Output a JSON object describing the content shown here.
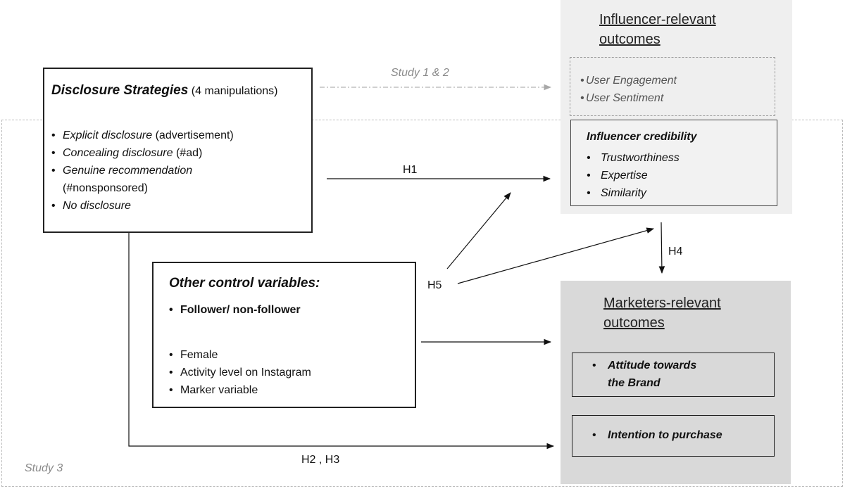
{
  "influencer_panel": {
    "title_line1": "Influencer-relevant",
    "title_line2": "outcomes",
    "engagement_items": [
      "User Engagement",
      "User Sentiment"
    ],
    "credibility_title": "Influencer credibility",
    "credibility_items": [
      "Trustworthiness",
      "Expertise",
      "Similarity"
    ]
  },
  "marketers_panel": {
    "title_line1": "Marketers-relevant",
    "title_line2": "outcomes",
    "attitude_line1": "Attitude towards",
    "attitude_line2": "the Brand",
    "intention": "Intention to purchase"
  },
  "disclosure": {
    "title": "Disclosure Strategies",
    "subtitle": "(4  manipulations)",
    "items": [
      {
        "main": "Explicit disclosure",
        "note": " (advertisement)"
      },
      {
        "main": "Concealing disclosure",
        "note": " (#ad)"
      },
      {
        "main": "Genuine recommendation",
        "note": ""
      },
      {
        "main": "No disclosure",
        "note": ""
      }
    ],
    "genuine_note": "(#nonsponsored)"
  },
  "controls": {
    "title": "Other control variables:",
    "primary_item": "Follower/ non-follower",
    "items": [
      "Female",
      "Activity level on Instagram",
      "Marker variable"
    ]
  },
  "labels": {
    "study12": "Study 1 & 2",
    "study3": "Study 3",
    "h1": "H1",
    "h23": "H2 , H3",
    "h4": "H4",
    "h5": "H5"
  }
}
